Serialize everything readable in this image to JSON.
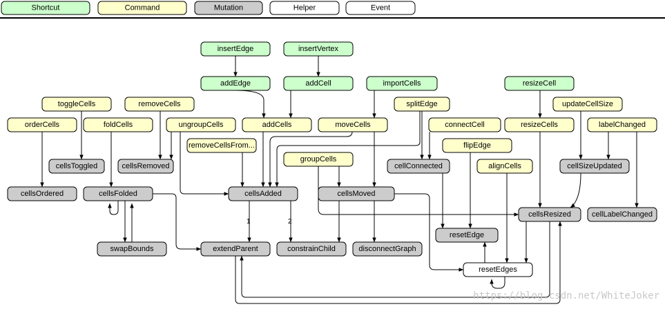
{
  "colors": {
    "shortcut": "#ccffcc",
    "command": "#ffffcc",
    "mutation": "#cccccc",
    "helper": "#ffffff",
    "event": "#ffffff"
  },
  "legend": {
    "shortcut": "Shortcut",
    "command": "Command",
    "mutation": "Mutation",
    "helper": "Helper",
    "event": "Event"
  },
  "nodes": {
    "insertEdge": "insertEdge",
    "insertVertex": "insertVertex",
    "addEdge": "addEdge",
    "addCell": "addCell",
    "importCells": "importCells",
    "resizeCell": "resizeCell",
    "toggleCells": "toggleCells",
    "removeCells": "removeCells",
    "splitEdge": "splitEdge",
    "updateCellSize": "updateCellSize",
    "orderCells": "orderCells",
    "foldCells": "foldCells",
    "ungroupCells": "ungroupCells",
    "addCells": "addCells",
    "moveCells": "moveCells",
    "connectCell": "connectCell",
    "resizeCells": "resizeCells",
    "labelChanged": "labelChanged",
    "removeCellsFrom": "removeCellsFrom...",
    "flipEdge": "flipEdge",
    "cellsToggled": "cellsToggled",
    "cellsRemoved": "cellsRemoved",
    "groupCells": "groupCells",
    "cellConnected": "cellConnected",
    "alignCells": "alignCells",
    "cellSizeUpdated": "cellSizeUpdated",
    "cellsOrdered": "cellsOrdered",
    "cellsFolded": "cellsFolded",
    "cellsAdded": "cellsAdded",
    "cellsMoved": "cellsMoved",
    "cellsResized": "cellsResized",
    "cellLabelChanged": "cellLabelChanged",
    "resetEdge": "resetEdge",
    "swapBounds": "swapBounds",
    "extendParent": "extendParent",
    "constrainChild": "constrainChild",
    "disconnectGraph": "disconnectGraph",
    "resetEdges": "resetEdges"
  },
  "edge_labels": {
    "order1": "1",
    "order2": "2"
  },
  "watermark": "https://blog.csdn.net/WhiteJoker"
}
